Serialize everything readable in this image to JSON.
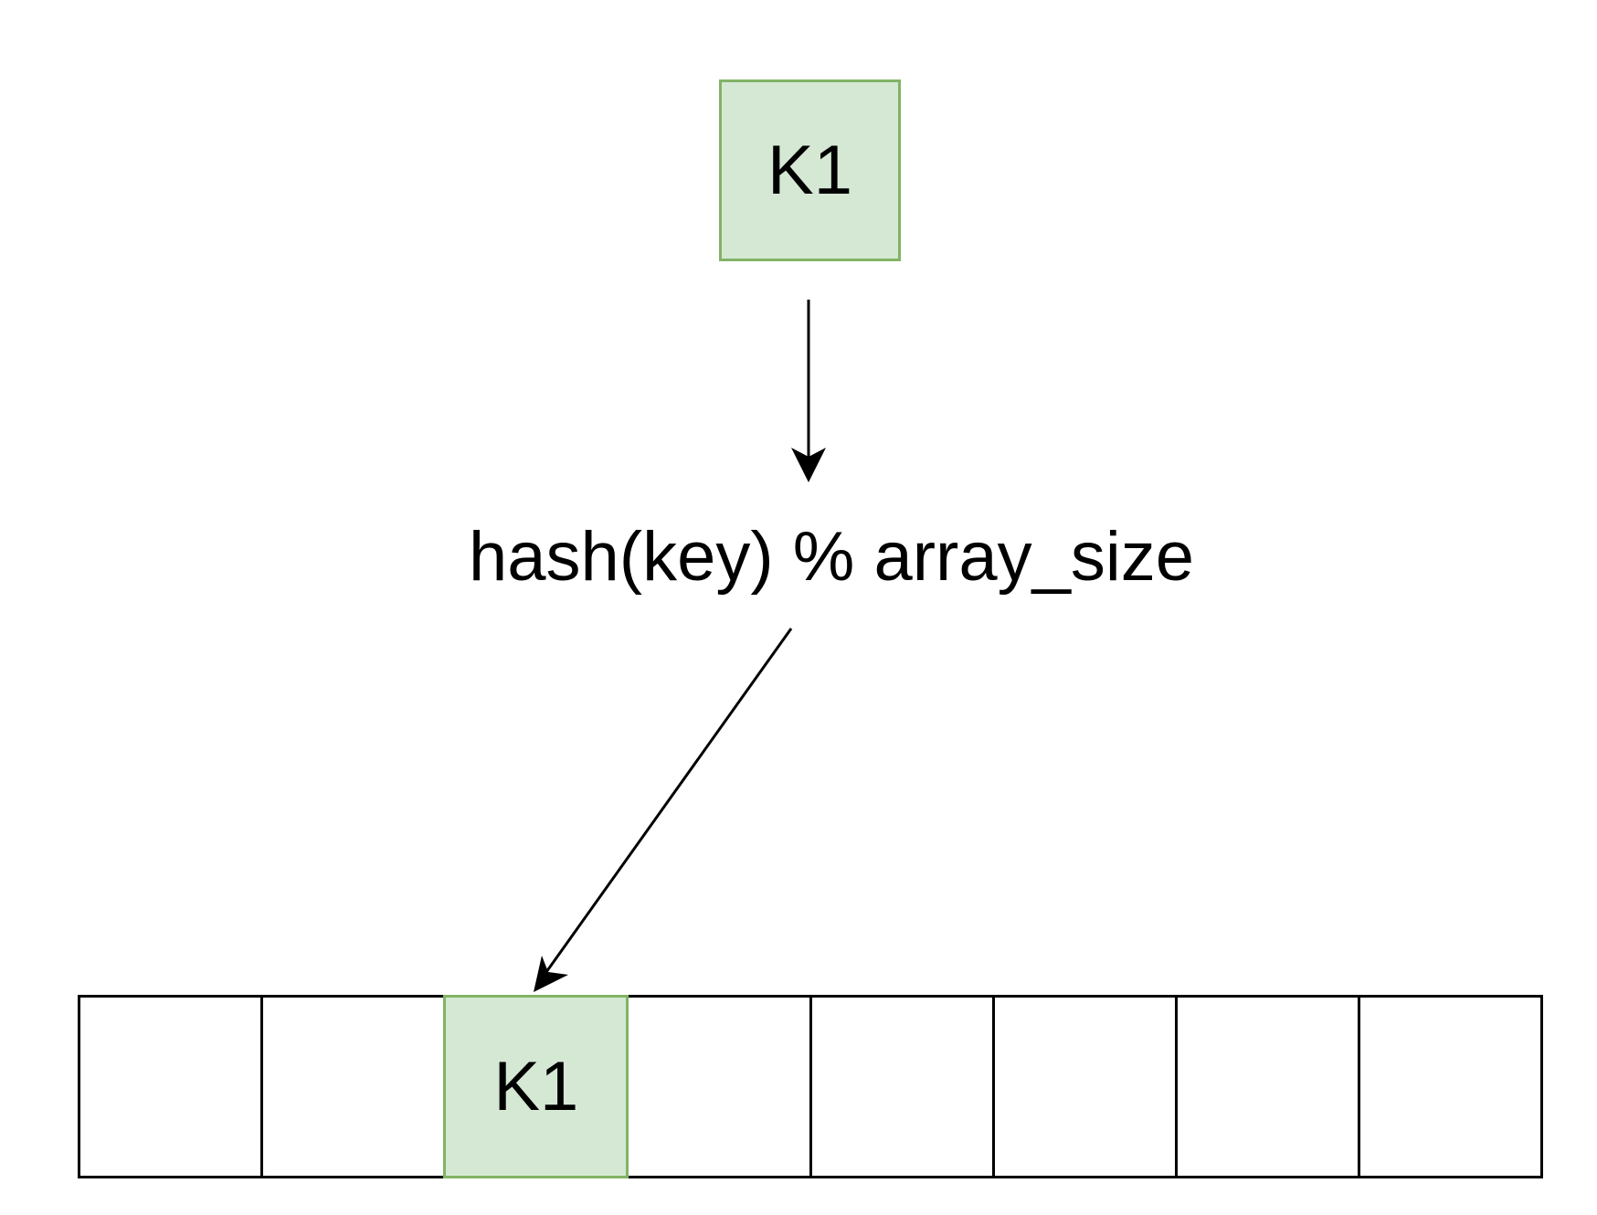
{
  "diagram": {
    "input_key": "K1",
    "formula": "hash(key) % array_size",
    "array": {
      "cells": [
        "",
        "",
        "K1",
        "",
        "",
        "",
        "",
        ""
      ],
      "highlight_index": 2
    },
    "colors": {
      "highlight_fill": "#d5e8d4",
      "highlight_stroke": "#82b366",
      "stroke": "#000000",
      "background": "#ffffff"
    }
  }
}
